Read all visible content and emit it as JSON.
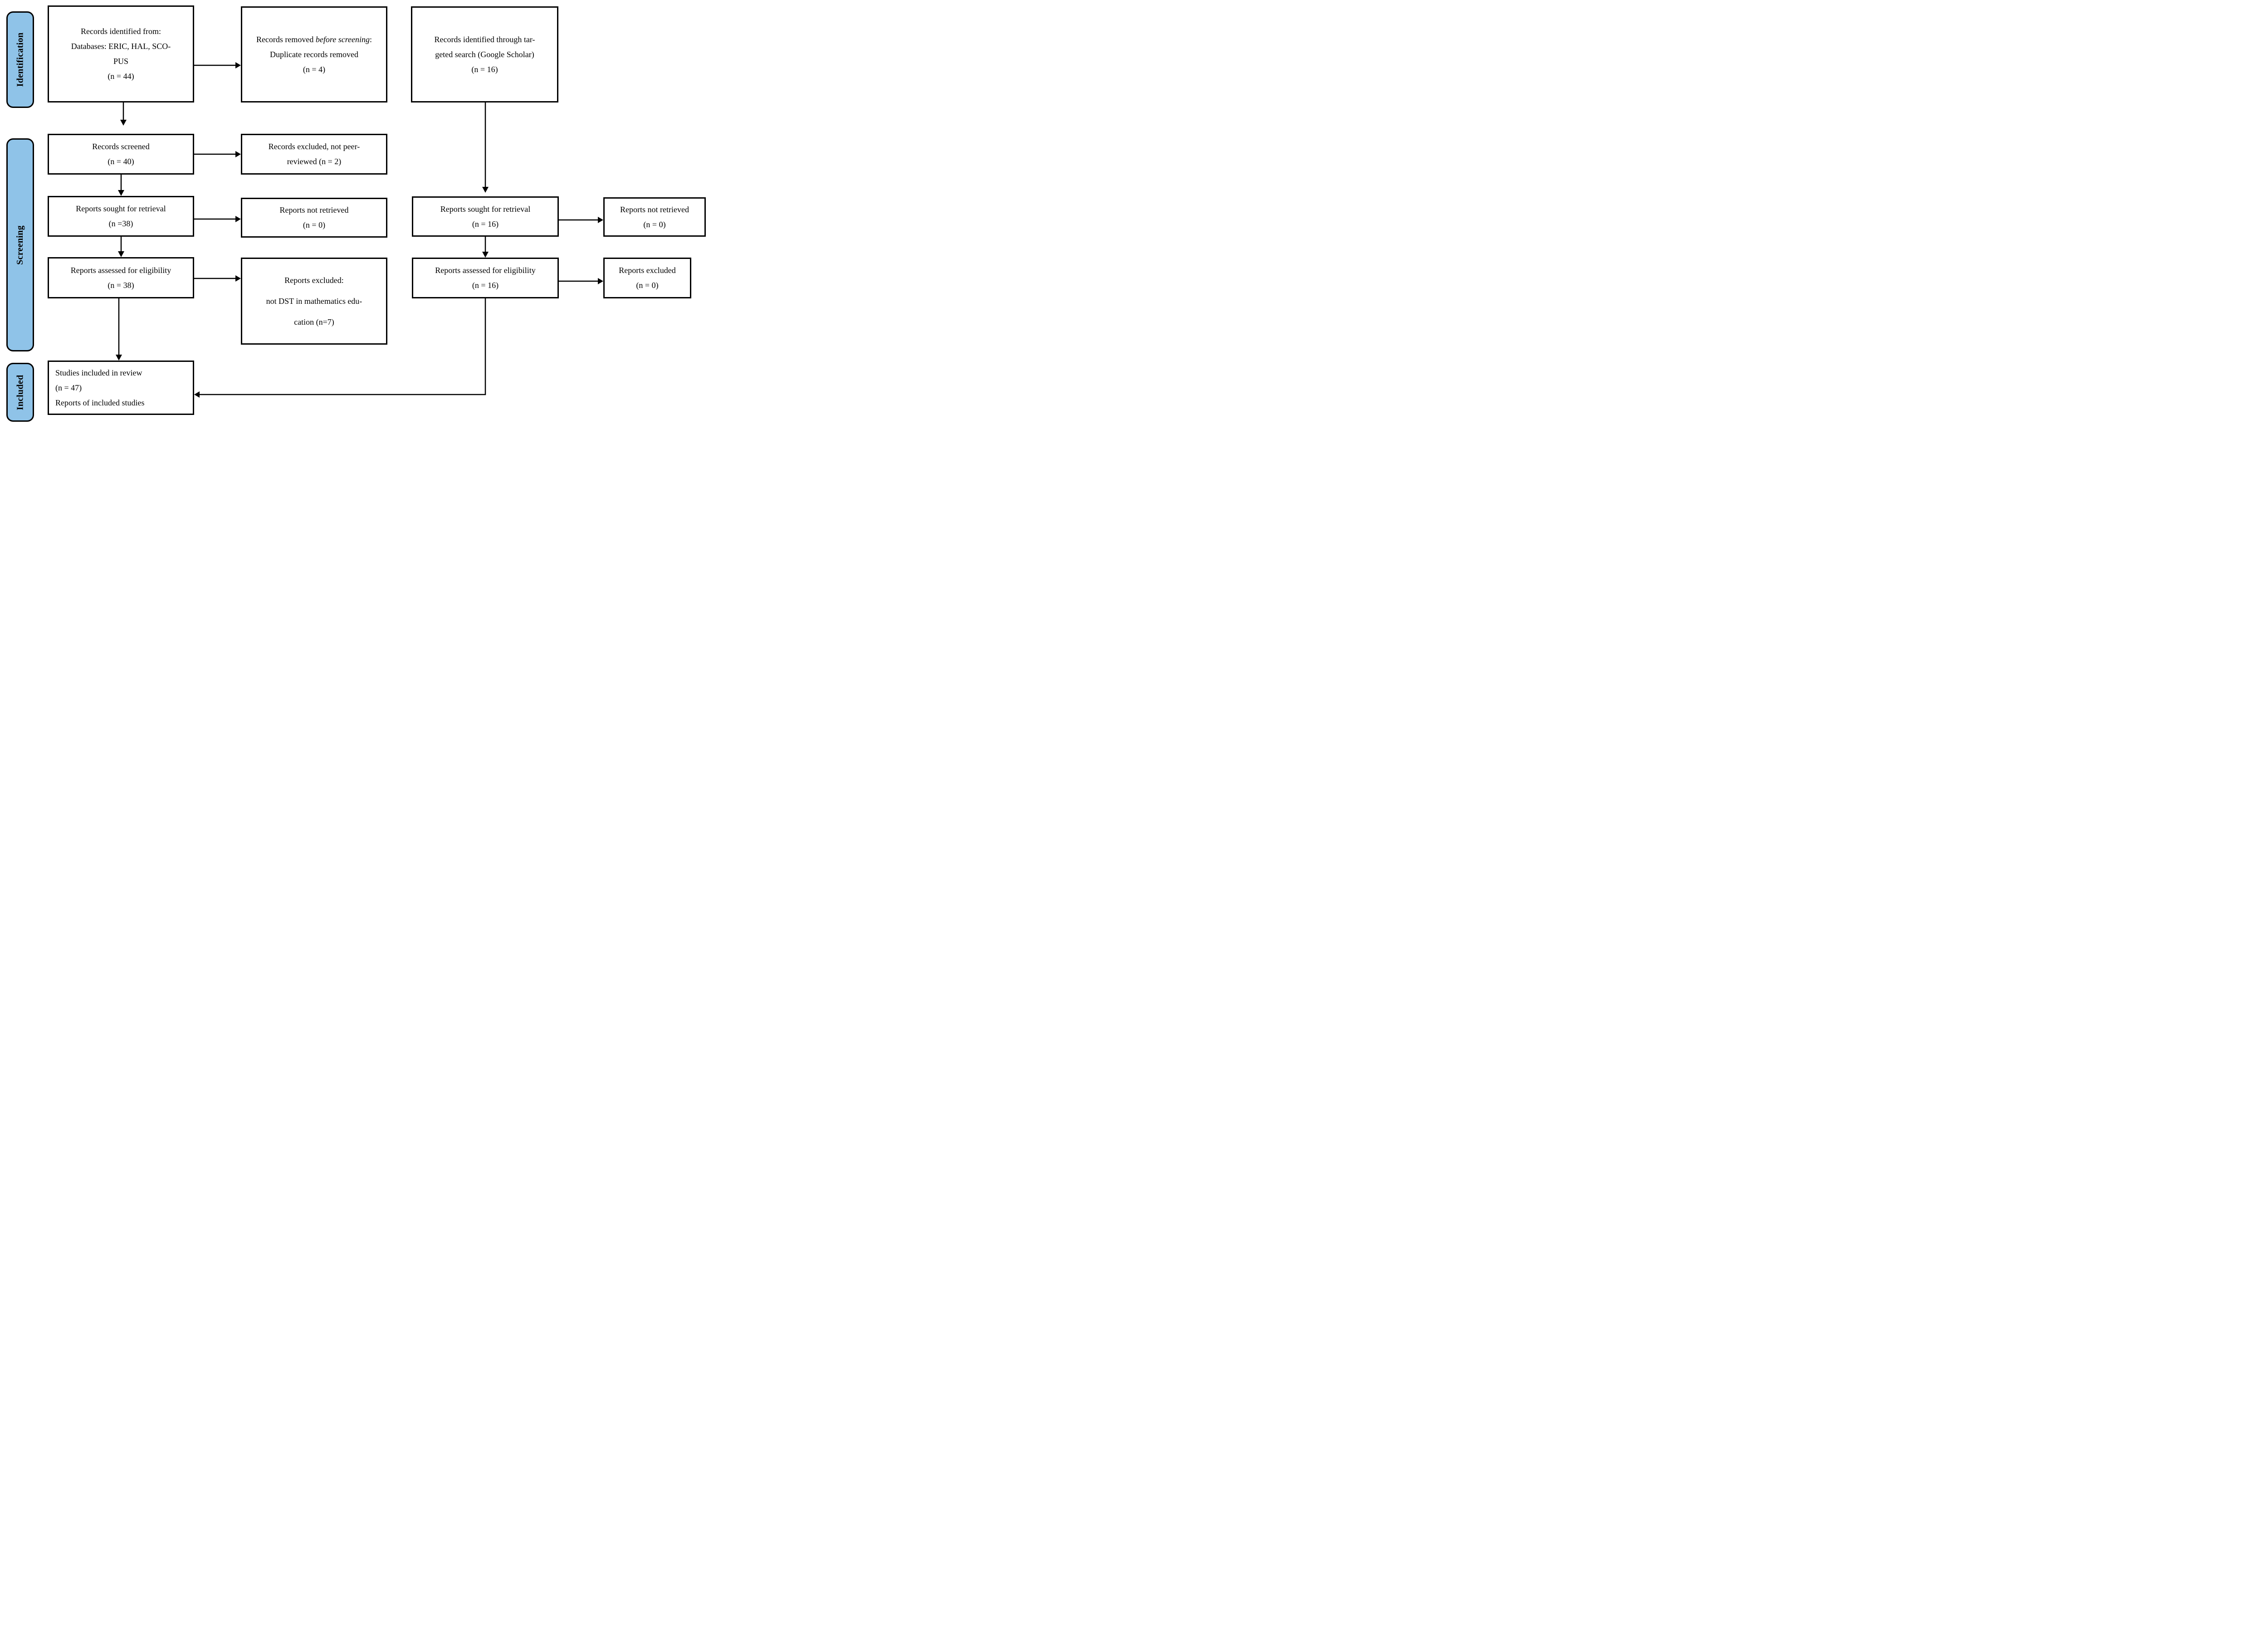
{
  "diagram_type": "PRISMA flow diagram",
  "colors": {
    "stage_fill": "#8FC3E8",
    "border": "#000000",
    "background": "#FFFFFF",
    "arrow": "#000000"
  },
  "sidebar": {
    "identification": "Identification",
    "screening": "Screening",
    "included": "Included"
  },
  "boxes": {
    "records_identified": "Records identified from:\nDatabases: ERIC, HAL, SCO-\nPUS\n(n = 44)",
    "records_removed_prefix": "Records removed ",
    "records_removed_italic": "before screening",
    "records_removed_suffix": ":",
    "records_removed_line2": "Duplicate records removed",
    "records_removed_line3": "(n = 4)",
    "records_targeted": "Records identified through tar-\ngeted search (Google Scholar)\n(n = 16)",
    "records_screened": "Records screened\n(n = 40)",
    "records_excluded_not_peer_reviewed": "Records excluded, not peer-\nreviewed (n = 2)",
    "reports_sought_databases": "Reports sought for retrieval\n(n =38)",
    "reports_not_retrieved_databases": "Reports not retrieved\n(n = 0)",
    "reports_sought_targeted": "Reports sought for retrieval\n(n = 16)",
    "reports_not_retrieved_targeted": "Reports not retrieved\n(n = 0)",
    "reports_assessed_databases": "Reports assessed for eligibility\n(n = 38)",
    "reports_excluded_dst": "Reports excluded:\nnot DST in mathematics edu-\ncation (n=7)",
    "reports_assessed_targeted": "Reports assessed for eligibility\n(n = 16)",
    "reports_excluded_targeted": "Reports excluded\n(n = 0)",
    "studies_included": "Studies included in review\n(n = 47)\nReports of included studies"
  }
}
